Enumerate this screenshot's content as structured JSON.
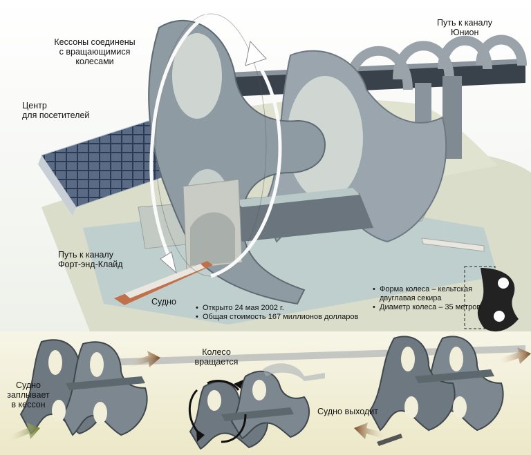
{
  "labels": {
    "caissons": [
      "Кессоны соединены",
      "с вращающимися",
      "колесами"
    ],
    "union": [
      "Путь к каналу",
      "Юнион"
    ],
    "visitor": [
      "Центр",
      "для посетителей"
    ],
    "forth": [
      "Путь к каналу",
      "Форт-энд-Клайд"
    ],
    "boat": "Судно",
    "wheel_rotates": [
      "Колесо",
      "вращается"
    ],
    "enters": [
      "Судно",
      "заплывает",
      "в кессон"
    ],
    "exits": "Судно выходит"
  },
  "facts_main": [
    "Открыто 24 мая 2002 г.",
    "Общая стоимость 167 миллионов долларов"
  ],
  "facts_wheel": [
    "Форма колеса – кельтская",
    "двуглавая секира",
    "Диаметр колеса – 35 метров"
  ],
  "colors": {
    "steel": "#8f9ba3",
    "steel_dark": "#5f6a72",
    "water": "#b9c9c8",
    "ground": "#d8dcc8",
    "boat": "#c0704a",
    "panel_bg": "#f1efd9",
    "arrow_green": "#6b7a2a",
    "arrow_brown": "#7b4a22"
  }
}
